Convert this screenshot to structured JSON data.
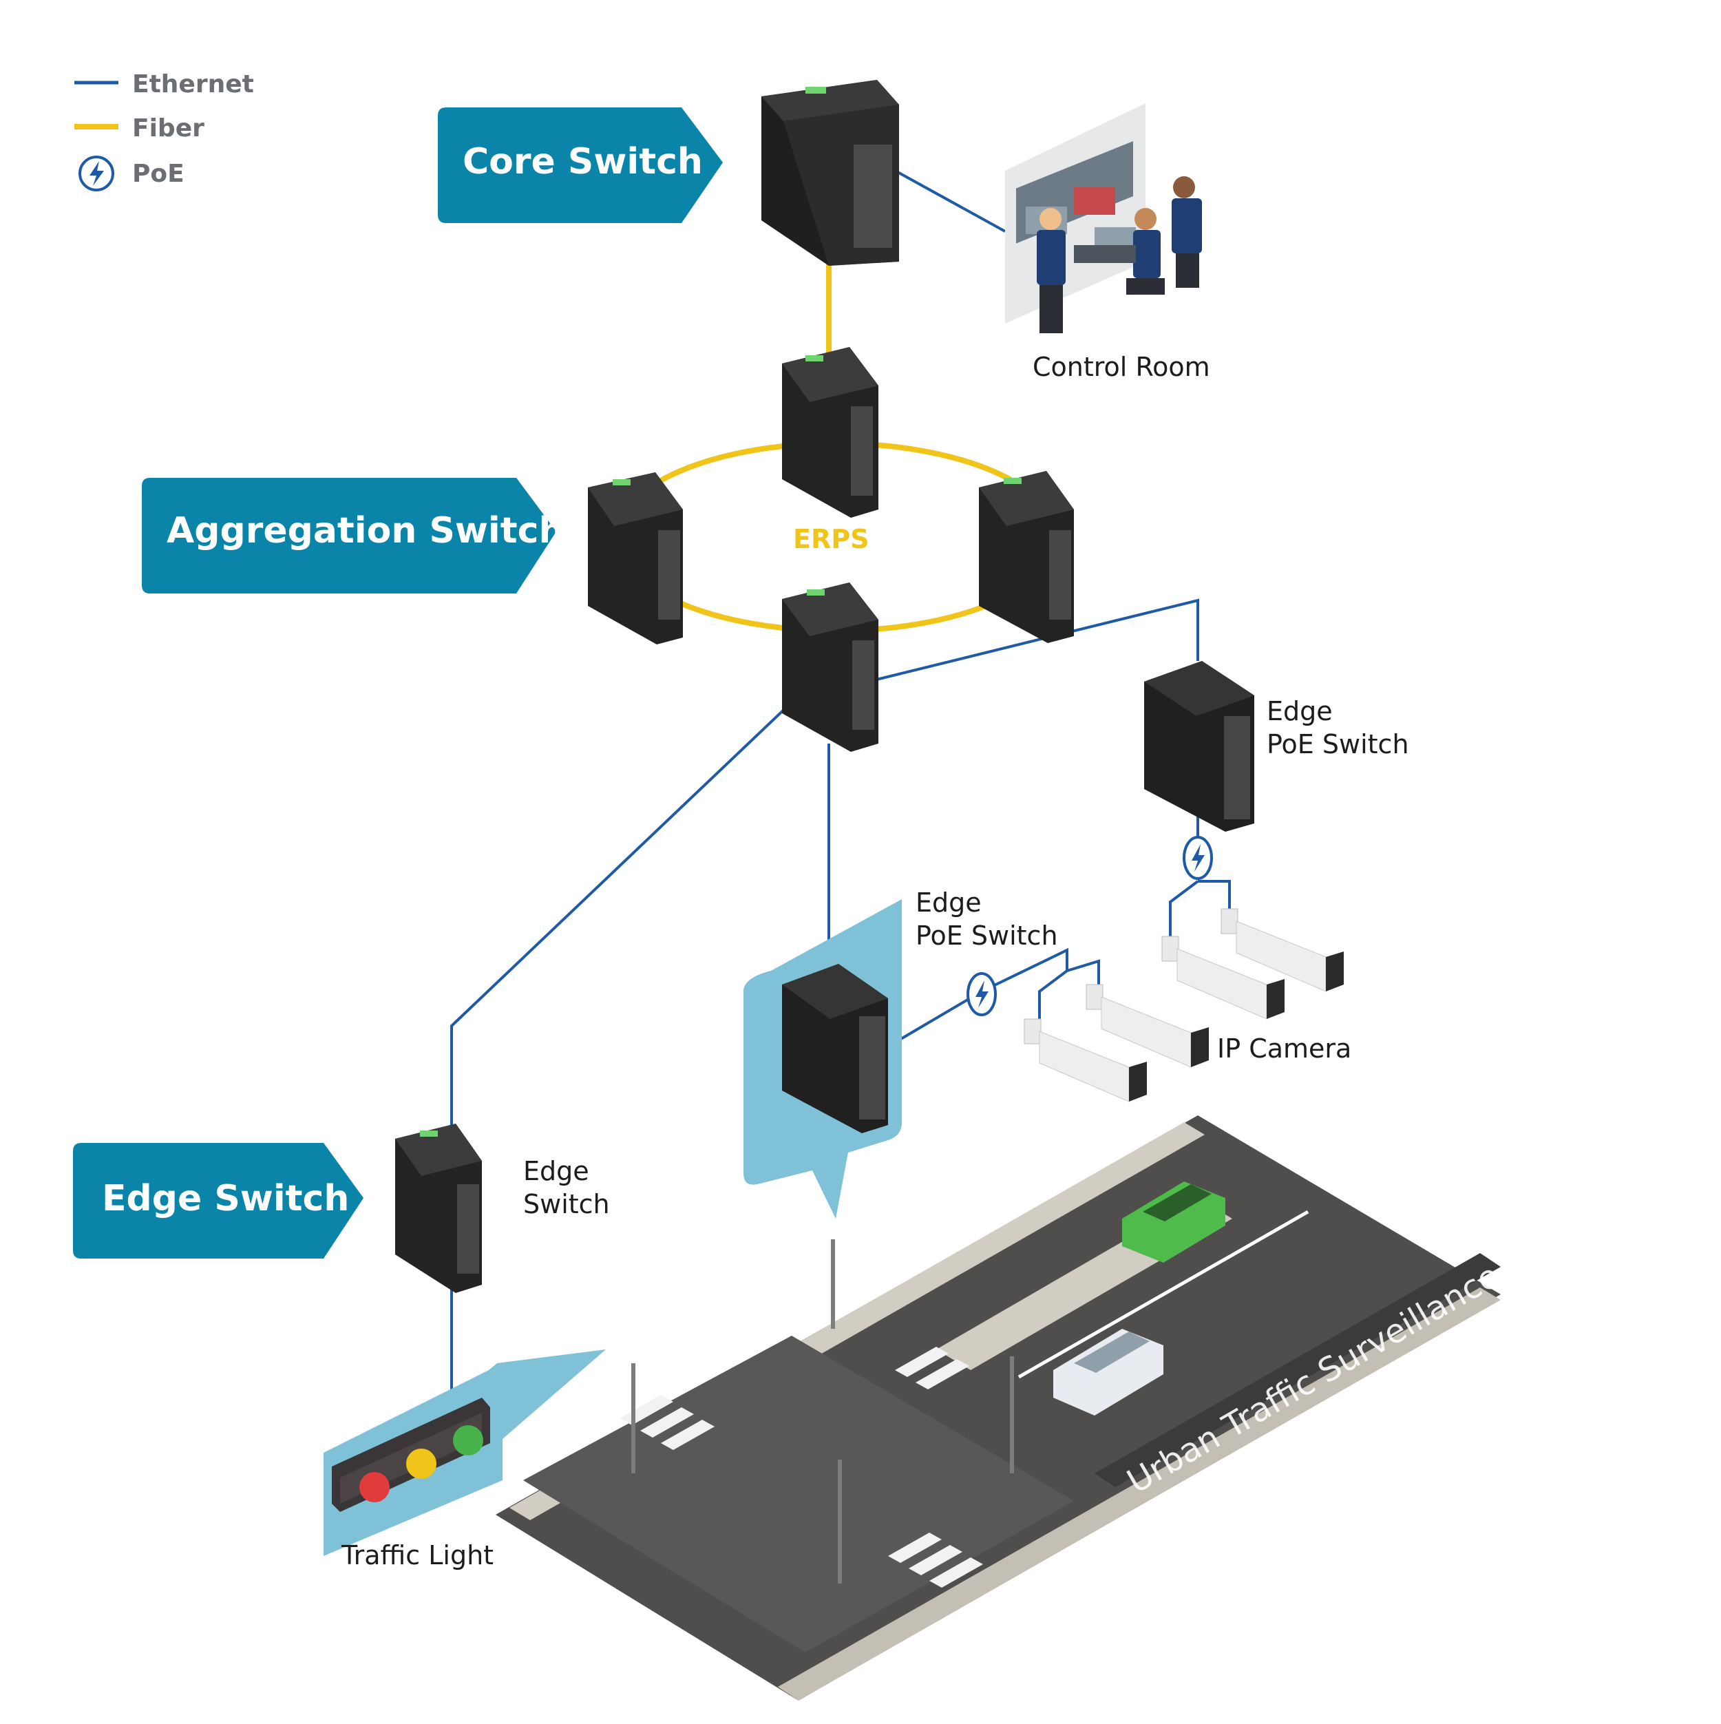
{
  "legend": {
    "items": [
      {
        "label": "Ethernet",
        "kind": "line",
        "color": "#1f5aa6"
      },
      {
        "label": "Fiber",
        "kind": "line",
        "color": "#f0c419"
      },
      {
        "label": "PoE",
        "kind": "icon",
        "icon": "lightning-bolt-icon",
        "color": "#1f5aa6"
      }
    ]
  },
  "tiers": {
    "core": "Core Switch",
    "aggregation": "Aggregation Switch",
    "edge": "Edge Switch"
  },
  "ring_label": "ERPS",
  "labels": {
    "control_room": "Control Room",
    "edge_poe_right_1": "Edge",
    "edge_poe_right_2": "PoE Switch",
    "edge_poe_center_1": "Edge",
    "edge_poe_center_2": "PoE Switch",
    "edge_switch_1": "Edge",
    "edge_switch_2": "Switch",
    "ip_camera": "IP Camera",
    "traffic_light": "Traffic Light",
    "scene": "Urban Traffic Surveillance"
  },
  "colors": {
    "ethernet": "#1f5aa6",
    "fiber": "#f0c419",
    "tier_fill": "#0a84a8",
    "callout_fill": "#7fc1d6",
    "switch_body": "#2b2b2b",
    "road": "#5a5856",
    "sidewalk": "#d2cdc2"
  }
}
